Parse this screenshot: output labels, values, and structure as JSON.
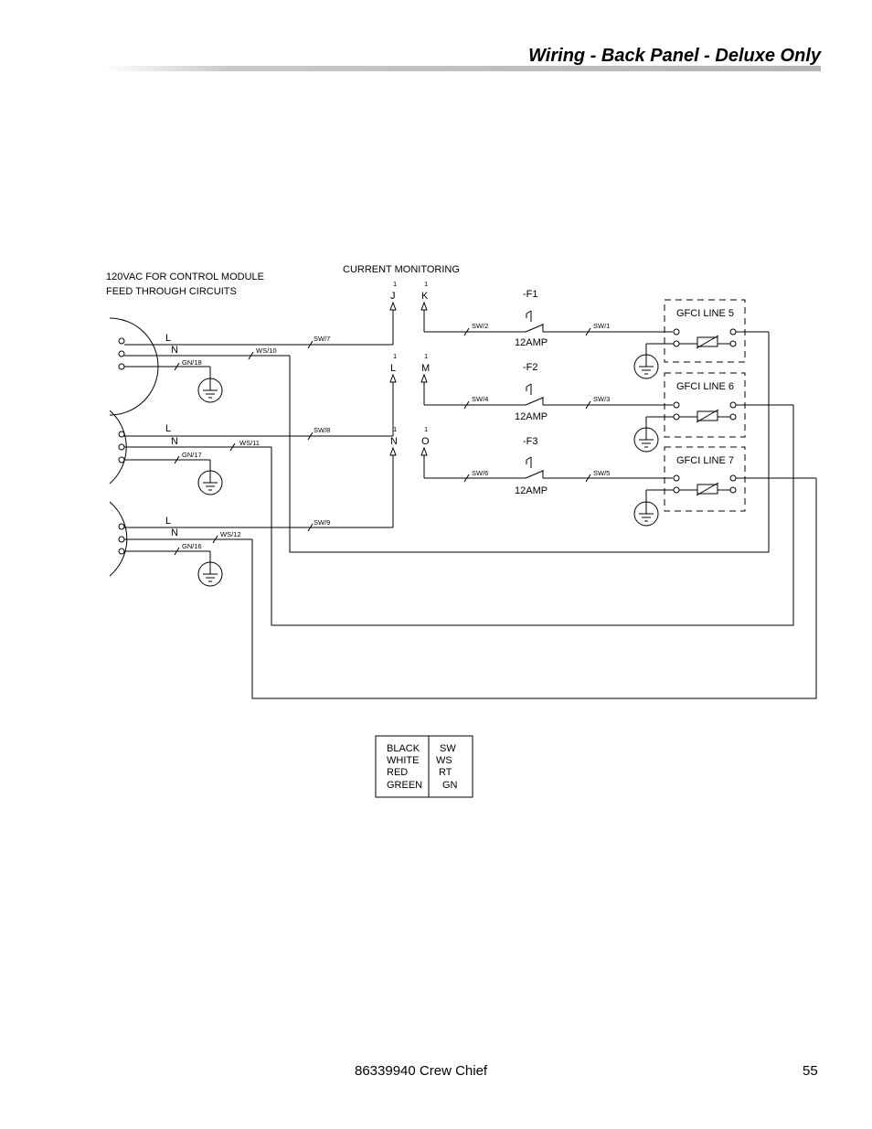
{
  "header": {
    "title": "Wiring - Back Panel - Deluxe Only"
  },
  "diagram": {
    "left_note": [
      "120VAC FOR CONTROL MODULE",
      "FEED THROUGH CIRCUITS"
    ],
    "current_monitoring": "CURRENT MONITORING",
    "outlets": [
      {
        "l": "L",
        "n": "N",
        "l_wire": "SW/7",
        "n_wire": "WS/10",
        "gnd_wire": "GN/18"
      },
      {
        "l": "L",
        "n": "N",
        "l_wire": "SW/8",
        "n_wire": "WS/11",
        "gnd_wire": "GN/17"
      },
      {
        "l": "L",
        "n": "N",
        "l_wire": "SW/9",
        "n_wire": "WS/12",
        "gnd_wire": "GN/16"
      }
    ],
    "monitor_rows": [
      {
        "num_a": "1",
        "num_b": "1",
        "left": "J",
        "right": "K"
      },
      {
        "num_a": "1",
        "num_b": "1",
        "left": "L",
        "right": "M"
      },
      {
        "num_a": "1",
        "num_b": "1",
        "left": "N",
        "right": "O"
      }
    ],
    "fuses": [
      {
        "name": "-F1",
        "rating": "12AMP",
        "in_wire": "SW/2",
        "out_wire": "SW/1"
      },
      {
        "name": "-F2",
        "rating": "12AMP",
        "in_wire": "SW/4",
        "out_wire": "SW/3"
      },
      {
        "name": "-F3",
        "rating": "12AMP",
        "in_wire": "SW/6",
        "out_wire": "SW/5"
      }
    ],
    "gfci": [
      "GFCI LINE 5",
      "GFCI LINE 6",
      "GFCI LINE 7"
    ]
  },
  "legend": {
    "colors": [
      "BLACK",
      "WHITE",
      "RED",
      "GREEN"
    ],
    "codes": [
      "SW",
      "WS",
      "RT",
      "GN"
    ]
  },
  "footer": {
    "doc": "86339940  Crew Chief",
    "page": "55"
  }
}
